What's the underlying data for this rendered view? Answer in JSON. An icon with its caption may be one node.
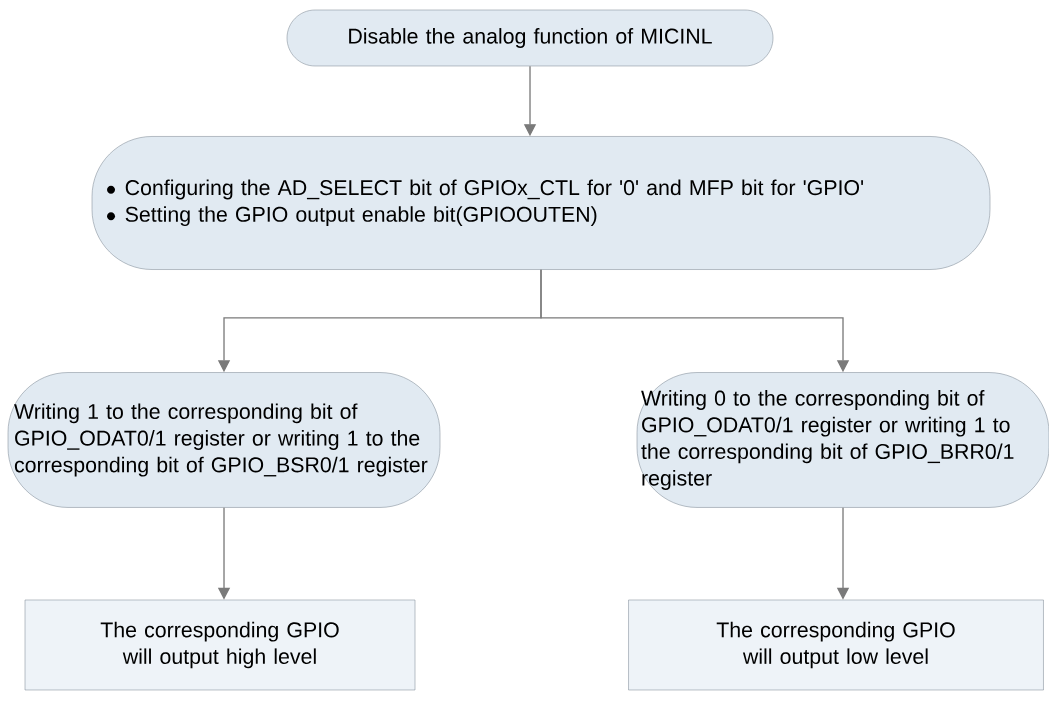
{
  "diagram": {
    "nodes": [
      {
        "text": [
          "Disable the analog function of MICINL"
        ]
      },
      {
        "text": [
          "Configuring the AD_SELECT bit of GPIOx_CTL for '0' and MFP bit for 'GPIO'",
          "Setting the GPIO output enable bit(GPIOOUTEN)"
        ]
      },
      {
        "text": [
          "Writing 1 to the corresponding bit of GPIO_ODAT0/1 register or writing 1 to the corresponding bit of GPIO_BSR0/1 register"
        ]
      },
      {
        "text": [
          "Writing 0 to the corresponding bit of GPIO_ODAT0/1 register or writing 1 to the corresponding bit of GPIO_BRR0/1 register"
        ]
      },
      {
        "text": [
          "The corresponding GPIO will output high level"
        ]
      },
      {
        "text": [
          "The corresponding GPIO will output low level"
        ]
      }
    ],
    "edges": [
      {
        "from": 0,
        "to": 1,
        "arrow": "to"
      },
      {
        "from": 1,
        "to": 2,
        "arrow": "to"
      },
      {
        "from": 1,
        "to": 3,
        "arrow": "to"
      },
      {
        "from": 2,
        "to": 4,
        "arrow": "to"
      },
      {
        "from": 3,
        "to": 5,
        "arrow": "to"
      }
    ]
  }
}
